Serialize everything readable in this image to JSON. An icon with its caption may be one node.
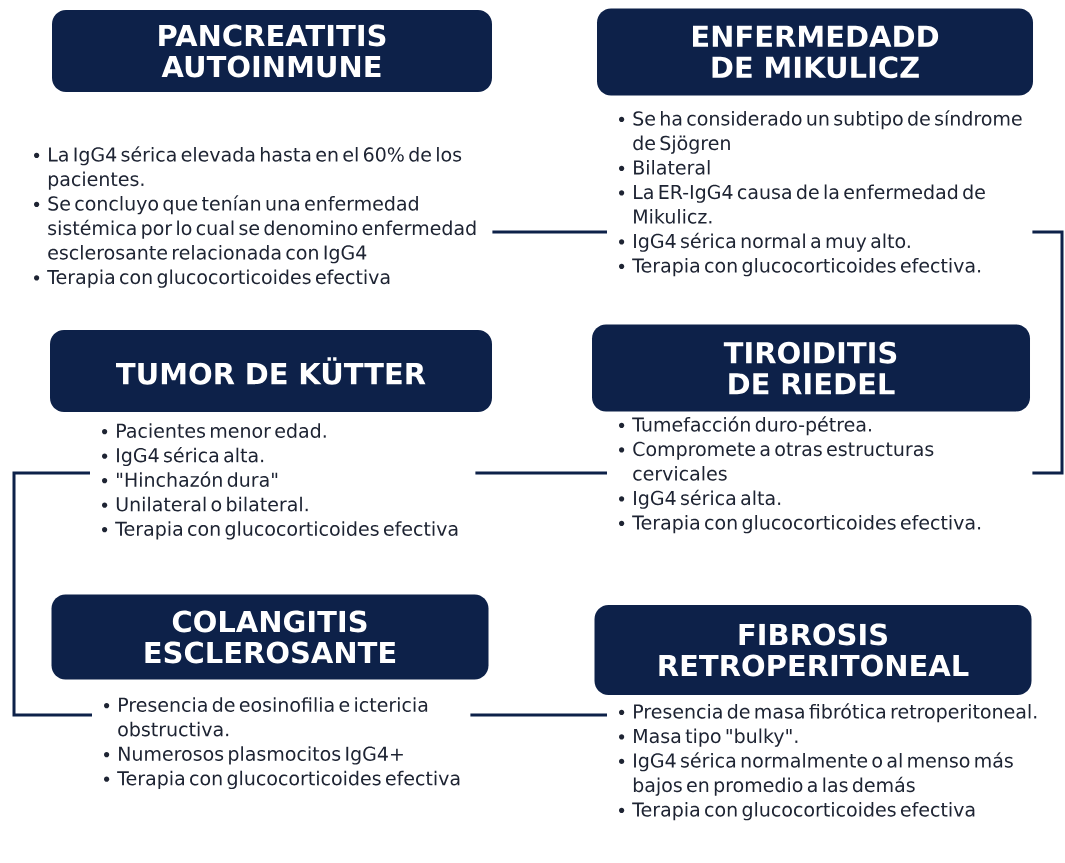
{
  "diagram": {
    "nodes": [
      {
        "text": [
          "PANCREATITIS AUTOINMUNE"
        ]
      },
      {
        "text": [
          "ENFERMEDADD DE MIKULICZ"
        ]
      },
      {
        "text": [
          "La IgG4 sérica elevada hasta en el 60% de los pacientes.",
          "Se concluyo que tenían una enfermedad sistémica por lo cual se denomino enfermedad esclerosante relacionada con IgG4",
          "Terapia con glucocorticoides efectiva"
        ]
      },
      {
        "text": [
          "Se ha considerado un subtipo de síndrome de Sjögren",
          "Bilateral",
          "La ER-IgG4 causa de la enfermedad de Mikulicz.",
          "IgG4 sérica normal a muy alto.",
          "Terapia con glucocorticoides efectiva."
        ]
      },
      {
        "text": [
          "TUMOR DE KÜTTER"
        ]
      },
      {
        "text": [
          "TIROIDITIS DE RIEDEL"
        ]
      },
      {
        "text": [
          "Pacientes menor edad.",
          "IgG4 sérica alta.",
          "\"Hinchazón dura\"",
          "Unilateral o bilateral.",
          "Terapia con glucocorticoides efectiva"
        ]
      },
      {
        "text": [
          "Tumefacción duro-pétrea.",
          "Compromete a otras estructuras cervicales",
          "IgG4 sérica alta.",
          "Terapia con glucocorticoides efectiva."
        ]
      },
      {
        "text": [
          "COLANGITIS ESCLEROSANTE"
        ]
      },
      {
        "text": [
          "FIBROSIS RETROPERITONEAL"
        ]
      },
      {
        "text": [
          "Presencia de eosinofilia e ictericia obstructiva.",
          "Numerosos plasmocitos IgG4+",
          "Terapia con glucocorticoides efectiva"
        ]
      },
      {
        "text": [
          "Presencia de masa fibrótica retroperitoneal.",
          "Masa tipo \"bulky\".",
          "IgG4 sérica normalmente o al menso más bajos en promedio a las demás",
          "Terapia con glucocorticoides efectiva"
        ]
      }
    ],
    "edges": [
      {
        "from": 2,
        "to": 3,
        "arrow": "none"
      },
      {
        "from": 6,
        "to": 7,
        "arrow": "none"
      },
      {
        "from": 10,
        "to": 11,
        "arrow": "none"
      },
      {
        "from": 6,
        "to": 10,
        "arrow": "none"
      },
      {
        "from": 3,
        "to": 7,
        "arrow": "none"
      }
    ]
  }
}
